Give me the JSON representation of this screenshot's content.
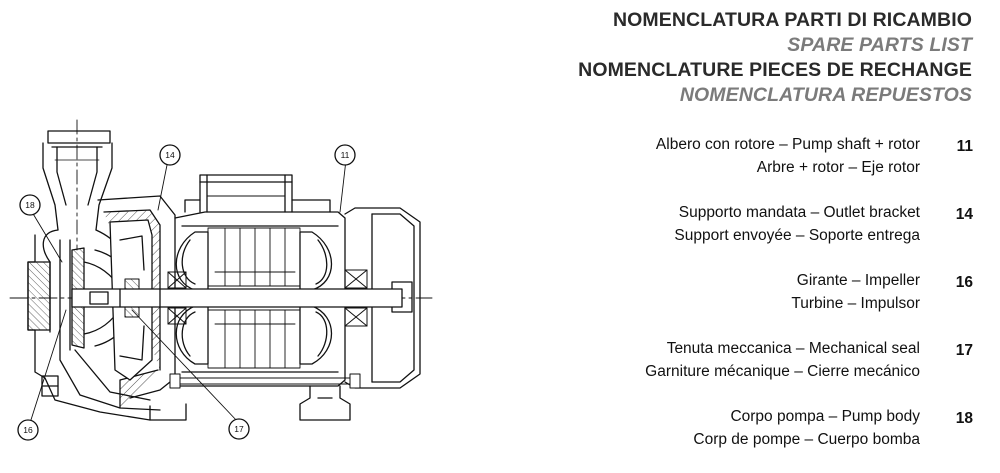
{
  "titles": [
    "NOMENCLATURA PARTI DI RICAMBIO",
    "SPARE PARTS LIST",
    "NOMENCLATURE PIECES DE RECHANGE",
    "NOMENCLATURA REPUESTOS"
  ],
  "parts": [
    {
      "line1": "Albero con rotore – Pump shaft + rotor",
      "line2": "Arbre + rotor – Eje rotor",
      "number": "11"
    },
    {
      "line1": "Supporto mandata – Outlet bracket",
      "line2": "Support envoyée – Soporte entrega",
      "number": "14"
    },
    {
      "line1": "Girante – Impeller",
      "line2": "Turbine – Impulsor",
      "number": "16"
    },
    {
      "line1": "Tenuta meccanica – Mechanical seal",
      "line2": "Garniture mécanique – Cierre mecánico",
      "number": "17"
    },
    {
      "line1": "Corpo pompa – Pump body",
      "line2": "Corp de pompe – Cuerpo bomba",
      "number": "18"
    }
  ],
  "callouts": [
    "14",
    "11",
    "18",
    "16",
    "17"
  ]
}
